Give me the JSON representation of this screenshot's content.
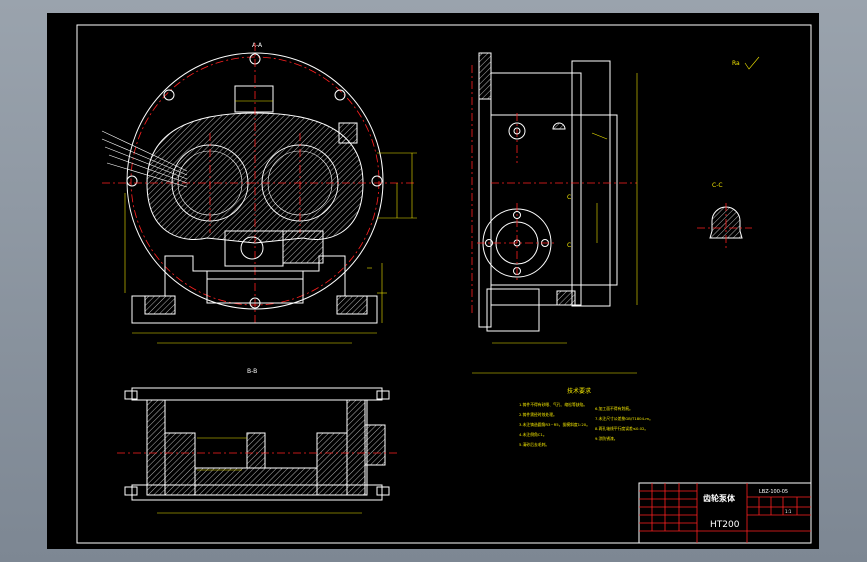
{
  "drawing": {
    "section_a_label": "A-A",
    "section_b_label": "B-B",
    "section_c_label": "C-C",
    "notes_title": "技术要求",
    "notes_left": [
      "1.铸件不得有砂眼、气孔、缩松等缺陷。",
      "2.铸件需经时效处理。",
      "3.未注铸造圆角R3~R5，拔模斜度1:20。",
      "4.未注倒角C1。",
      "5.清砂后去毛刺。"
    ],
    "notes_right": [
      "6.加工面不得有划痕。",
      "7.未注尺寸公差按GB/T1804-m。",
      "8.两孔轴线平行度误差≤0.02。",
      "9.涂防锈漆。"
    ],
    "title_block": {
      "part_name": "齿轮泵体",
      "material": "HT200",
      "drawing_no": "LBZ-100-05",
      "scale": "1:1"
    },
    "roughness_mark": "Ra"
  },
  "colors": {
    "frame": "#ffffff",
    "center_lines": "#ff2020",
    "dimensions": "#f2e600",
    "background": "#000000"
  }
}
